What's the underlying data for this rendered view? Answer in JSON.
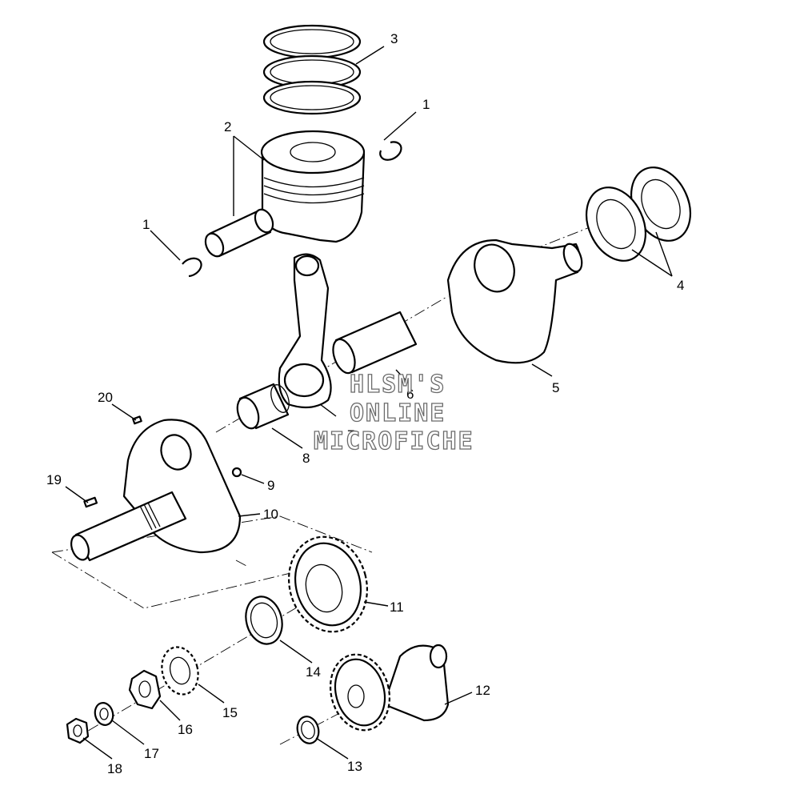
{
  "diagram": {
    "callouts": [
      {
        "id": "1a",
        "text": "1"
      },
      {
        "id": "1b",
        "text": "1"
      },
      {
        "id": "2",
        "text": "2"
      },
      {
        "id": "3",
        "text": "3"
      },
      {
        "id": "4",
        "text": "4"
      },
      {
        "id": "5",
        "text": "5"
      },
      {
        "id": "6",
        "text": "6"
      },
      {
        "id": "7",
        "text": "7"
      },
      {
        "id": "8",
        "text": "8"
      },
      {
        "id": "9",
        "text": "9"
      },
      {
        "id": "10",
        "text": "10"
      },
      {
        "id": "11",
        "text": "11"
      },
      {
        "id": "12",
        "text": "12"
      },
      {
        "id": "13",
        "text": "13"
      },
      {
        "id": "14",
        "text": "14"
      },
      {
        "id": "15",
        "text": "15"
      },
      {
        "id": "16",
        "text": "16"
      },
      {
        "id": "17",
        "text": "17"
      },
      {
        "id": "18",
        "text": "18"
      },
      {
        "id": "19",
        "text": "19"
      },
      {
        "id": "20",
        "text": "20"
      }
    ],
    "watermark": [
      "HLSM'S",
      "ONLINE",
      "MICROFICHE"
    ]
  }
}
